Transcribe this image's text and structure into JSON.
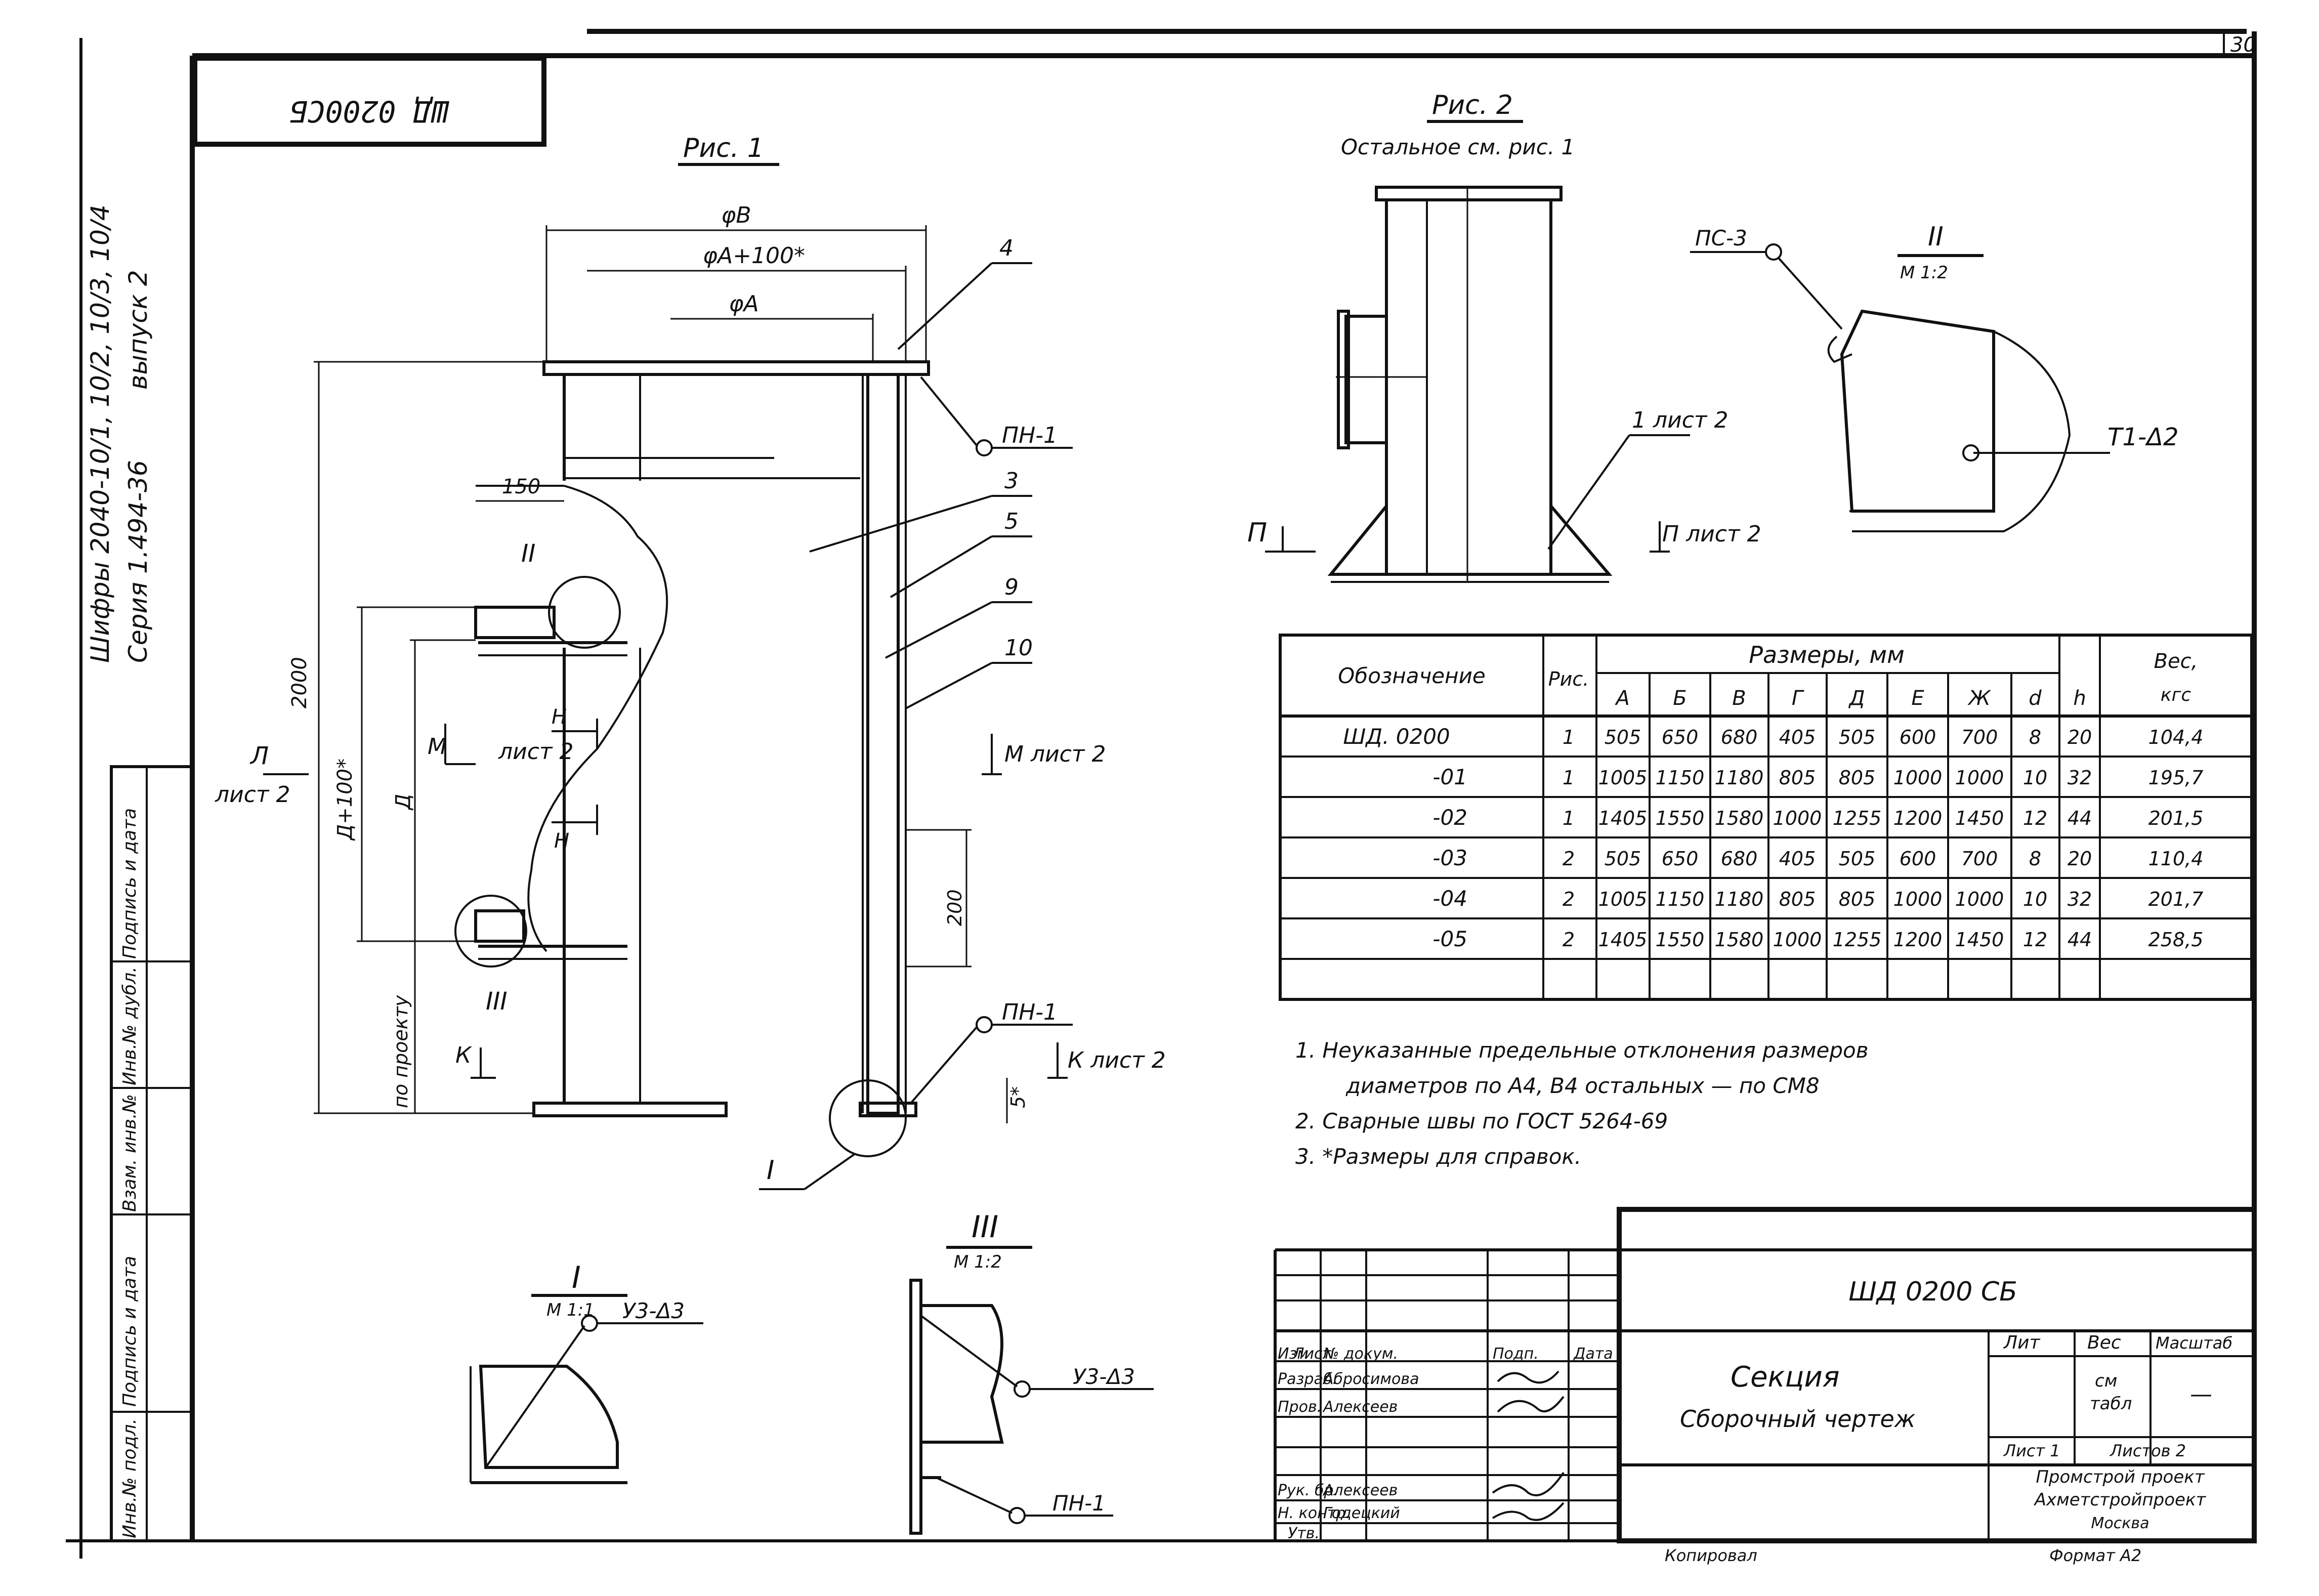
{
  "page_number": "30",
  "stamp_code": "ШД 0200СБ",
  "series": {
    "line1": "Шифры 2040-10/1, 10/2, 10/3, 10/4",
    "line2": "Серия 1.494-36",
    "line3": "выпуск 2"
  },
  "left_stamp": [
    "Инв.№ подл.",
    "Подпись и дата",
    "Взам. инв.№",
    "Инв.№ дубл.",
    "Подпись и дата"
  ],
  "fig1": {
    "title": "Рис. 1",
    "dims": {
      "phiB": "φВ",
      "phiA100": "φА+100*",
      "phiA": "φА",
      "d150": "150",
      "d2000": "2000",
      "d100": "Д+100*",
      "dD": "Д",
      "project": "по проекту",
      "d200": "200",
      "d5": "5*"
    },
    "callouts": [
      "4",
      "3",
      "5",
      "9",
      "10"
    ],
    "weld_top": "ПН-1",
    "weld_bottom": "ПН-1",
    "sections": {
      "L": "Л",
      "L_sheet": "лист 2",
      "M": "М",
      "M_sheet": "М лист 2",
      "N_top": "Н",
      "N_sheet": "лист 2",
      "N_bottom": "Н",
      "K": "К",
      "K_sheet": "К лист 2"
    },
    "detail_marks": {
      "II": "II",
      "III": "III",
      "I": "I"
    }
  },
  "fig2": {
    "title": "Рис. 2",
    "subtitle": "Остальное см. рис. 1",
    "sheet_label": "1 лист 2",
    "P_left": "П",
    "P_right": "П лист 2"
  },
  "detailII": {
    "title": "II",
    "scale": "М 1:2",
    "weld": "ПС-3",
    "label": "Т1-Δ2"
  },
  "detailI": {
    "title": "I",
    "scale": "М 1:1",
    "weld": "У3-Δ3"
  },
  "detailIII": {
    "title": "III",
    "scale": "М 1:2",
    "weld1": "У3-Δ3",
    "weld2": "ПН-1"
  },
  "table": {
    "header_designation": "Обозначение",
    "header_fig": "Рис.",
    "header_dims": "Размеры, мм",
    "header_weight": "Вес,",
    "header_weight_unit": "кгс",
    "subheaders": [
      "А",
      "Б",
      "В",
      "Г",
      "Д",
      "Е",
      "Ж",
      "d",
      "h"
    ],
    "rows": [
      [
        "ШД. 0200",
        "1",
        "505",
        "650",
        "680",
        "405",
        "505",
        "600",
        "700",
        "8",
        "20",
        "104,4"
      ],
      [
        "-01",
        "1",
        "1005",
        "1150",
        "1180",
        "805",
        "805",
        "1000",
        "1000",
        "10",
        "32",
        "195,7"
      ],
      [
        "-02",
        "1",
        "1405",
        "1550",
        "1580",
        "1000",
        "1255",
        "1200",
        "1450",
        "12",
        "44",
        "201,5"
      ],
      [
        "-03",
        "2",
        "505",
        "650",
        "680",
        "405",
        "505",
        "600",
        "700",
        "8",
        "20",
        "110,4"
      ],
      [
        "-04",
        "2",
        "1005",
        "1150",
        "1180",
        "805",
        "805",
        "1000",
        "1000",
        "10",
        "32",
        "201,7"
      ],
      [
        "-05",
        "2",
        "1405",
        "1550",
        "1580",
        "1000",
        "1255",
        "1200",
        "1450",
        "12",
        "44",
        "258,5"
      ]
    ]
  },
  "notes": [
    "1. Неуказанные предельные отклонения размеров",
    "диаметров по А4, В4 остальных — по СМ8",
    "2. Сварные швы по ГОСТ 5264-69",
    "3. *Размеры для справок."
  ],
  "title_block": {
    "code": "ШД 0200 СБ",
    "name1": "Секция",
    "name2": "Сборочный чертеж",
    "lit": "Лит",
    "ves": "Вес",
    "masshtab": "Масштаб",
    "ves_val1": "см",
    "ves_val2": "табл",
    "masshtab_val": "—",
    "list": "Лист 1",
    "listov": "Листов 2",
    "org1": "Промстрой проект",
    "org2": "Ахметстройпроект",
    "org3": "Москва",
    "col_headers": [
      "Изм",
      "Лист",
      "№ докум.",
      "Подп.",
      "Дата"
    ],
    "roles": [
      [
        "Разраб.",
        "Абросимова"
      ],
      [
        "Пров.",
        "Алексеев"
      ],
      [
        "",
        ""
      ],
      [
        "Рук. бр.",
        "Алексеев"
      ],
      [
        "Н. контр.",
        "Годецкий"
      ],
      [
        "Утв.",
        ""
      ]
    ],
    "copied": "Копировал",
    "format": "Формат А2"
  }
}
